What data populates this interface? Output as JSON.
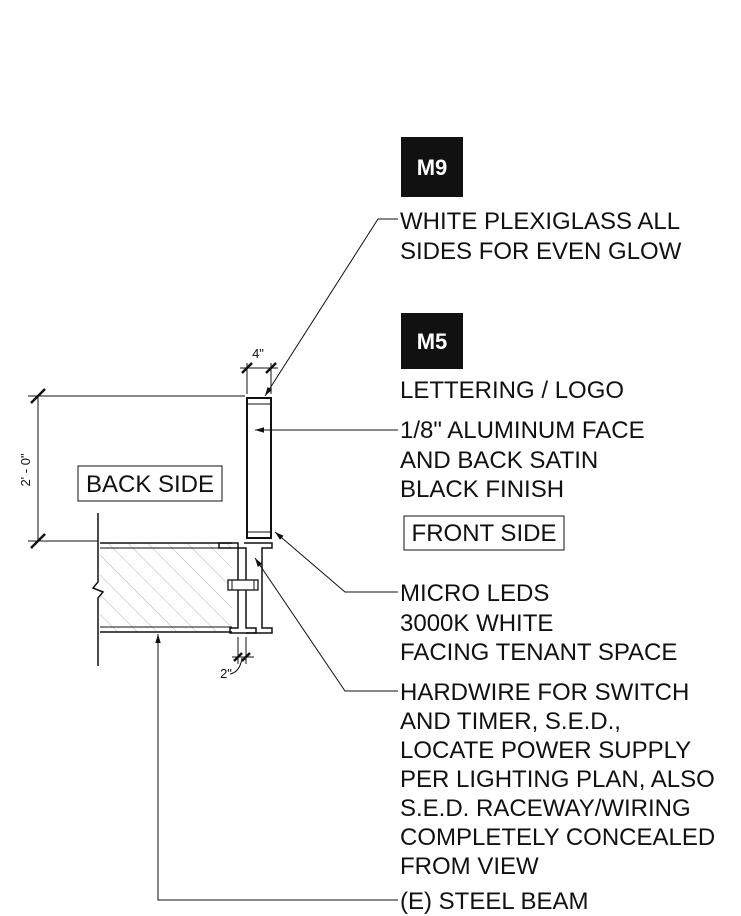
{
  "tags": {
    "m9": "M9",
    "m5": "M5"
  },
  "notes": {
    "plexiglass": [
      "WHITE PLEXIGLASS ALL",
      "SIDES FOR EVEN GLOW"
    ],
    "lettering": "LETTERING / LOGO",
    "aluminum": [
      "1/8\" ALUMINUM FACE",
      "AND BACK SATIN",
      "BLACK FINISH"
    ],
    "leds": [
      "MICRO LEDS",
      "3000K WHITE",
      "FACING TENANT SPACE"
    ],
    "hardwire": [
      "HARDWIRE FOR SWITCH",
      "AND TIMER, S.E.D.,",
      "LOCATE POWER SUPPLY",
      "PER LIGHTING PLAN, ALSO",
      "S.E.D. RACEWAY/WIRING",
      "COMPLETELY CONCEALED",
      "FROM VIEW"
    ],
    "beam": "(E) STEEL BEAM"
  },
  "side_labels": {
    "back": "BACK SIDE",
    "front": "FRONT SIDE"
  },
  "dimensions": {
    "sign_width": "4\"",
    "sign_height": "2' - 0\"",
    "bracket": "2\""
  }
}
